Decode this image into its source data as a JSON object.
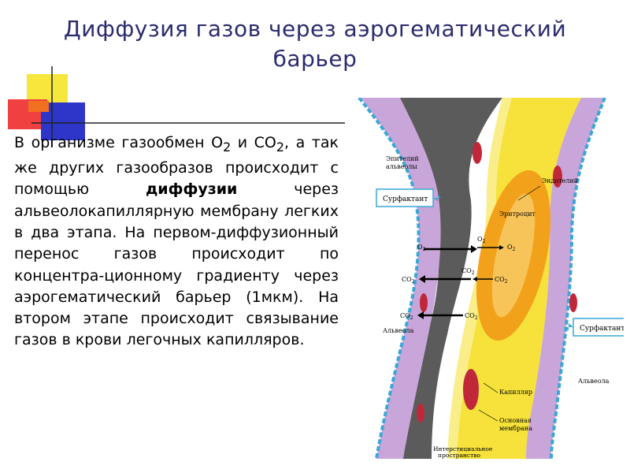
{
  "slide": {
    "title_line1": "Диффузия газов через аэрогематический",
    "title_line2": "барьер",
    "para": {
      "p1": "В организме газообмен О",
      "p1_sub": "2",
      "p2": " и СО",
      "p2_sub": "2",
      "p3": ", а так же других газообразов происходит с помощью ",
      "bold": "диффузии",
      "p4": " через альвеолокапиллярную мембрану легких в два этапа. На первом-диффузионный перенос газов происходит по концентра-ционному градиенту через аэрогематический барьер (1мкм). На втором этапе происходит связывание газов в крови легочных капилляров."
    }
  },
  "figure": {
    "labels": {
      "epithelium": [
        "Эпителий",
        "альвеолы"
      ],
      "endothelium": "Эндотелий",
      "surfactant_left": "Сурфактант",
      "surfactant_right": "Сурфактант",
      "erythrocyte": "Эритроцит",
      "alveola_left": "Альвеола",
      "alveola_right": "Альвеола",
      "capillary": "Капилляр",
      "membrane": [
        "Основная",
        "мембрана"
      ],
      "interstitial": [
        "Интерстициальное",
        "пространство"
      ]
    },
    "gases": {
      "o2_left": "O",
      "o2_right_a": "O",
      "o2_right_b": "O",
      "co2_row1_left": "CO",
      "co2_row1_mid": "CO",
      "co2_row1_right": "CO",
      "co2_row2_left": "CO",
      "co2_row2_right": "CO",
      "sub": "2"
    },
    "colors": {
      "capillary_yellow": "#f6e23a",
      "erythrocyte_orange": "#f2a21a",
      "epithelium_purple": "#c9a6d9",
      "interstitium_dark": "#555555",
      "surfactant_blue": "#3aa7d6"
    }
  }
}
